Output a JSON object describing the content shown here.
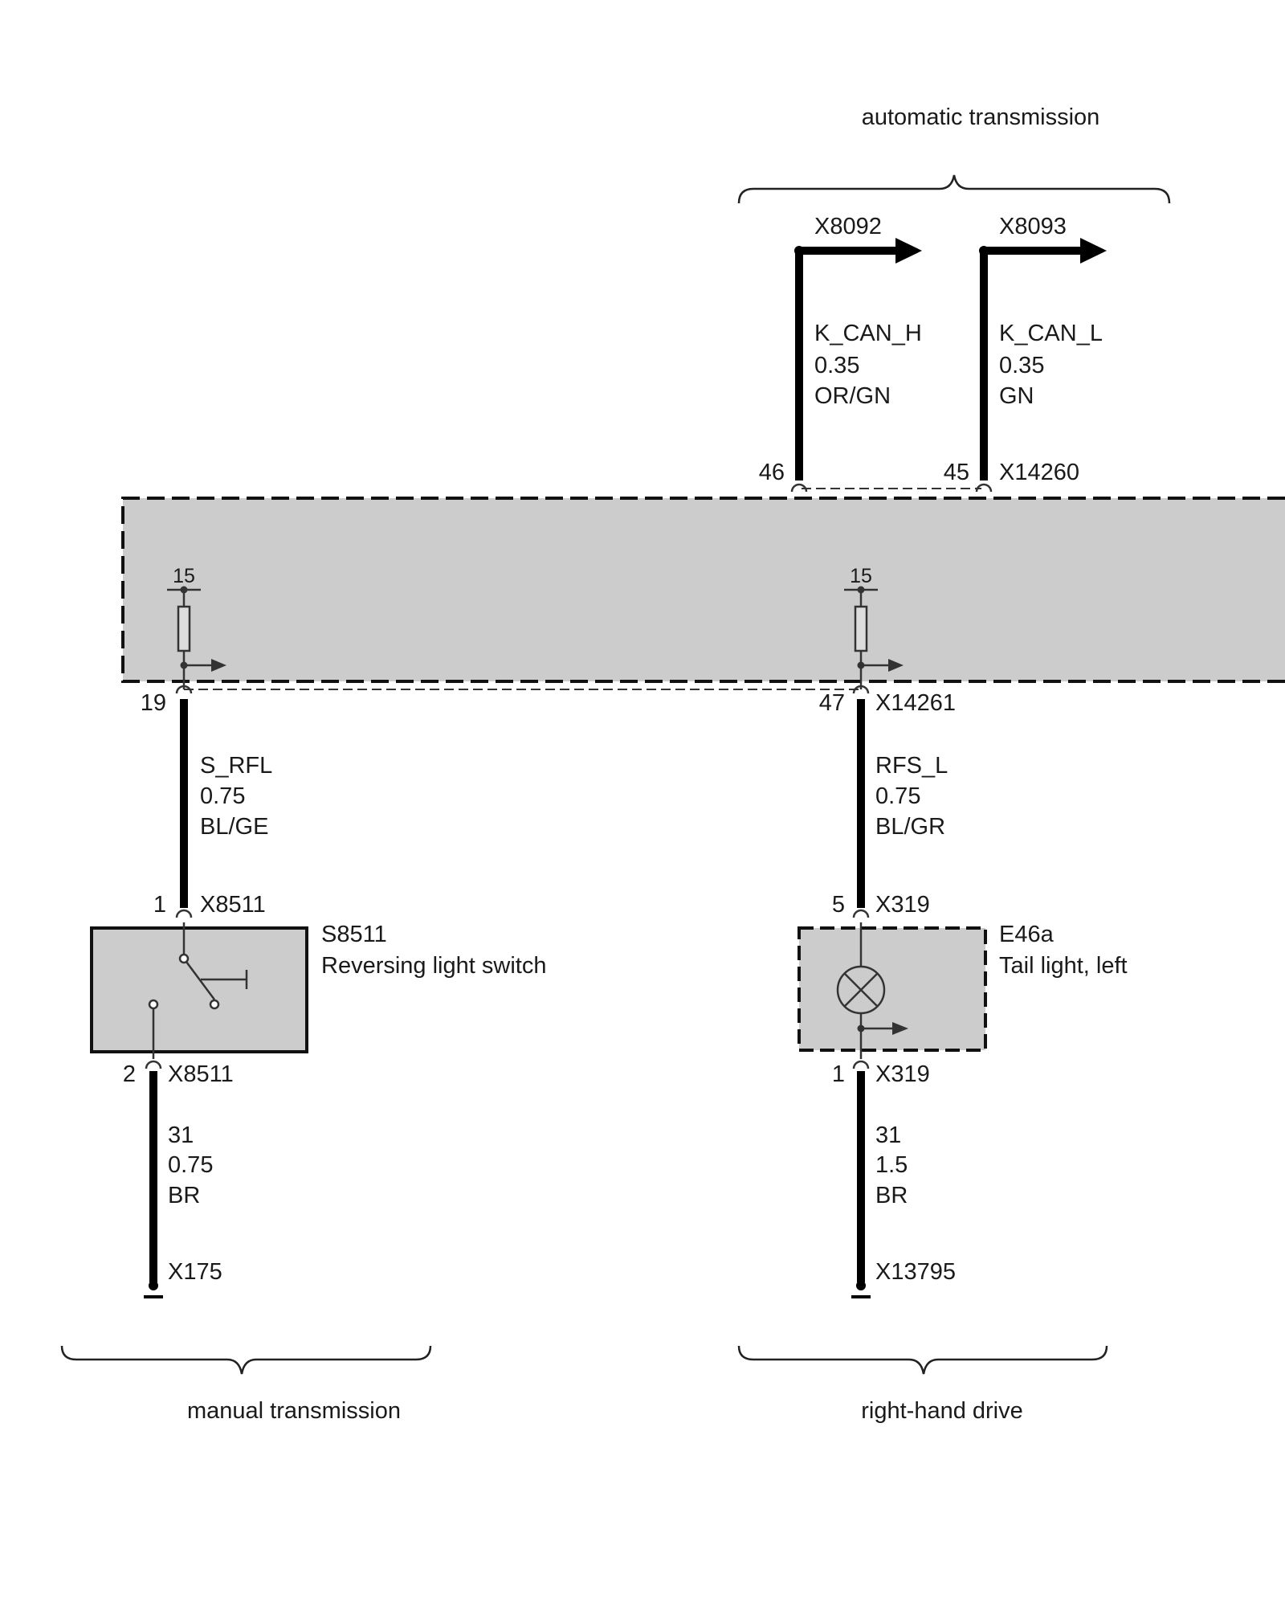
{
  "groups": {
    "automatic": "automatic transmission",
    "manual": "manual transmission",
    "rhd": "right-hand drive"
  },
  "connectors": {
    "x8092": "X8092",
    "x8093": "X8093",
    "x14260": "X14260",
    "x14261": "X14261",
    "x8511_top": "X8511",
    "x8511_bottom": "X8511",
    "x319_top": "X319",
    "x319_bottom": "X319",
    "x175": "X175",
    "x13795": "X13795"
  },
  "pins": {
    "p46": "46",
    "p45": "45",
    "p19": "19",
    "p47": "47",
    "p1_switch": "1",
    "p2_switch": "2",
    "p5_light": "5",
    "p1_light": "1"
  },
  "terminals": {
    "t15_left": "15",
    "t15_right": "15"
  },
  "wires": {
    "k_can_h": {
      "signal": "K_CAN_H",
      "size": "0.35",
      "color": "OR/GN"
    },
    "k_can_l": {
      "signal": "K_CAN_L",
      "size": "0.35",
      "color": "GN"
    },
    "s_rfl": {
      "signal": "S_RFL",
      "size": "0.75",
      "color": "BL/GE"
    },
    "rfs_l": {
      "signal": "RFS_L",
      "size": "0.75",
      "color": "BL/GR"
    },
    "gnd_left": {
      "signal": "31",
      "size": "0.75",
      "color": "BR"
    },
    "gnd_right": {
      "signal": "31",
      "size": "1.5",
      "color": "BR"
    }
  },
  "components": {
    "switch": {
      "id": "S8511",
      "name": "Reversing light switch"
    },
    "taillight": {
      "id": "E46a",
      "name": "Tail light, left"
    }
  },
  "colors": {
    "module_fill": "#cccccc",
    "wire": "#000000",
    "line": "#333333"
  }
}
